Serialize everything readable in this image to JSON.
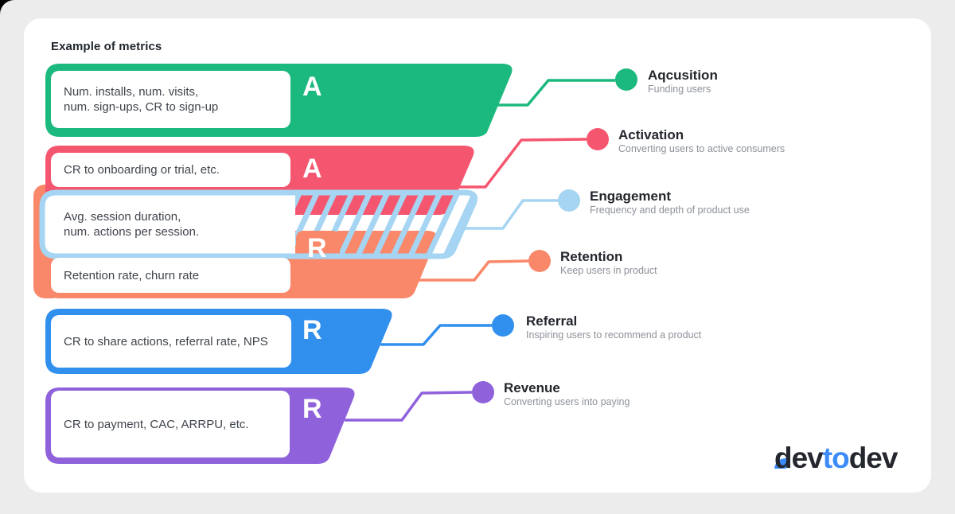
{
  "page": {
    "title": "Example of metrics"
  },
  "colors": {
    "background": "#ECECEC",
    "card": "#FFFFFF",
    "acquisition": "#1CB97E",
    "activation": "#F5566F",
    "engagement": "#A5D5F2",
    "retention": "#F9886A",
    "referral": "#318FED",
    "revenue": "#8F62DC",
    "label_title": "#23262C",
    "label_subtitle": "#8C9198",
    "logo_dark": "#24272E",
    "logo_blue": "#3D8BF8"
  },
  "funnel": {
    "stages": [
      {
        "id": "acquisition",
        "letter": "A",
        "metrics": [
          "Num. installs, num. visits,",
          "num. sign-ups, CR to sign-up"
        ],
        "label": {
          "title": "Aqcusition",
          "subtitle": "Funding users"
        }
      },
      {
        "id": "activation",
        "letter": "A",
        "metrics": [
          "CR to onboarding or trial, etc."
        ],
        "label": {
          "title": "Activation",
          "subtitle": "Converting users to active consumers"
        }
      },
      {
        "id": "engagement",
        "letter": "",
        "metrics": [
          "Avg. session duration,",
          "num. actions per session."
        ],
        "label": {
          "title": "Engagement",
          "subtitle": "Frequency and depth of product use"
        }
      },
      {
        "id": "retention",
        "letter": "R",
        "metrics": [
          "Retention rate, churn rate"
        ],
        "label": {
          "title": "Retention",
          "subtitle": "Keep users in product"
        }
      },
      {
        "id": "referral",
        "letter": "R",
        "metrics": [
          "CR to share actions, referral rate, NPS"
        ],
        "label": {
          "title": "Referral",
          "subtitle": "Inspiring users to recommend a product"
        }
      },
      {
        "id": "revenue",
        "letter": "R",
        "metrics": [
          "CR to payment, CAC, ARRPU, etc."
        ],
        "label": {
          "title": "Revenue",
          "subtitle": "Converting users into paying"
        }
      }
    ]
  },
  "logo": {
    "part1": "dev",
    "part2": "to",
    "part3": "dev"
  }
}
